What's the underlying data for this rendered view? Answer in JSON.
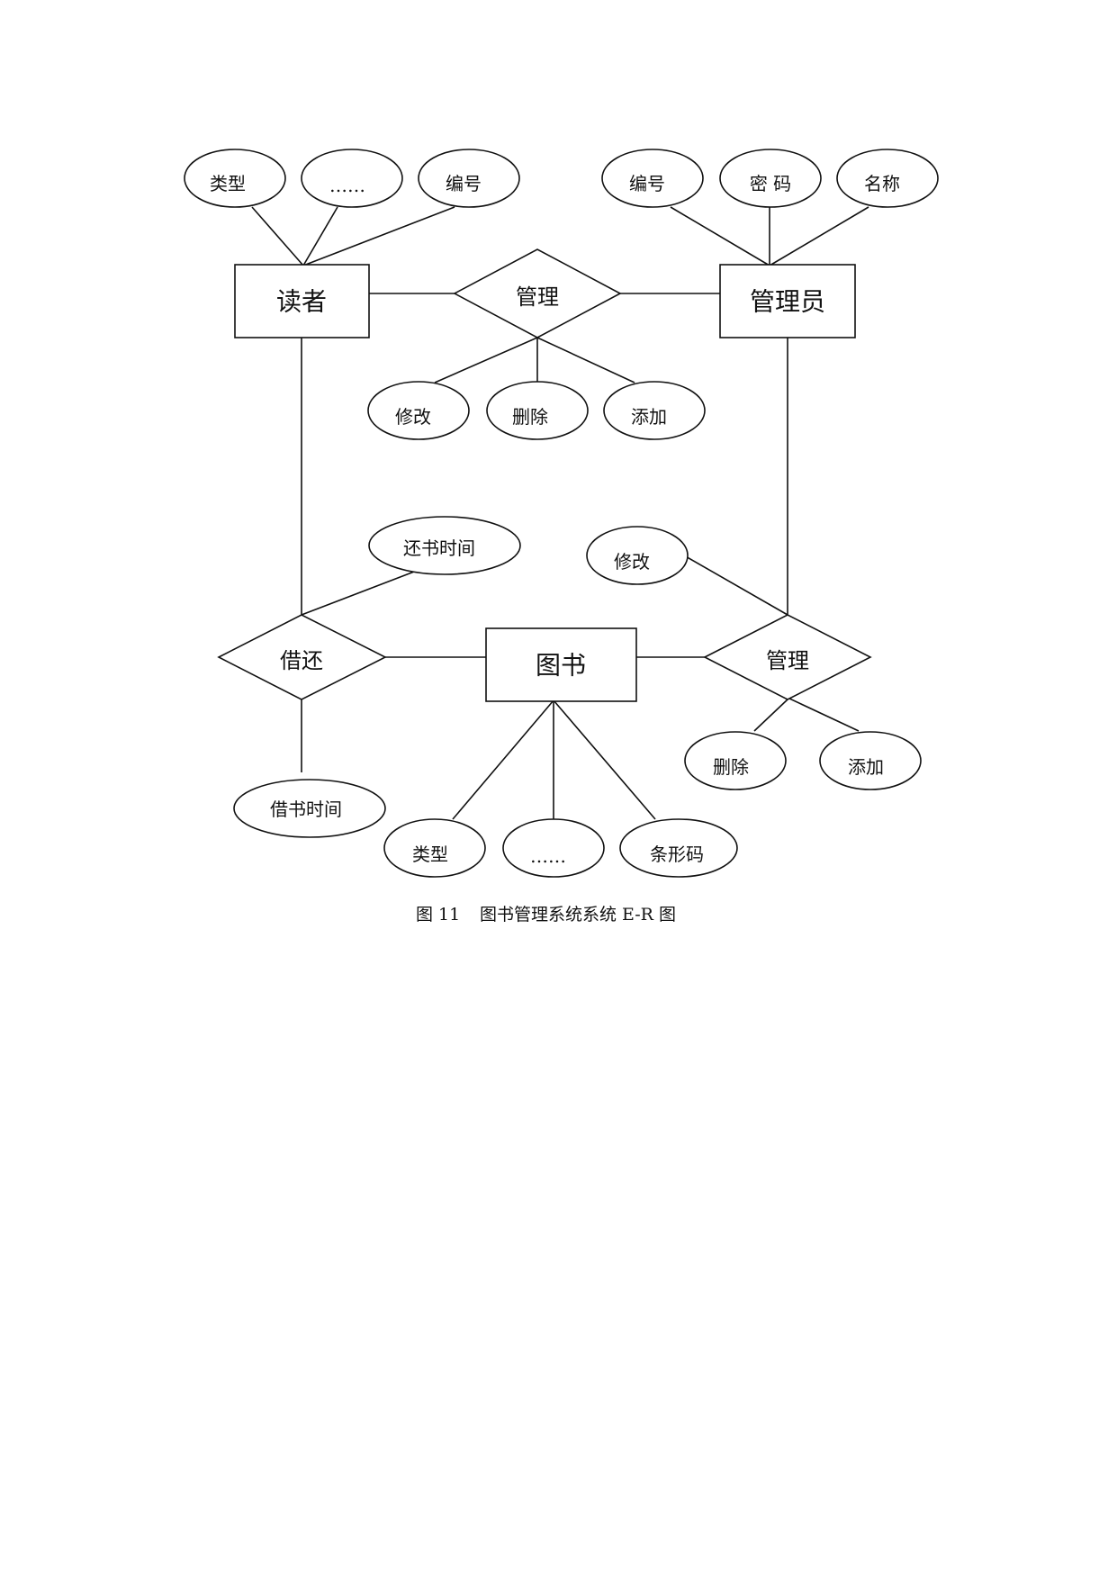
{
  "diagram": {
    "caption": {
      "label": "图 11",
      "title": "图书管理系统系统 E-R 图"
    },
    "entities": {
      "reader": "读者",
      "admin": "管理员",
      "book": "图书"
    },
    "relationships": {
      "reader_admin": "管理",
      "borrow_return": "借还",
      "admin_book": "管理"
    },
    "attributes": {
      "reader_type": "类型",
      "reader_etc": "……",
      "reader_id": "编号",
      "admin_id": "编号",
      "admin_password": "密  码",
      "admin_name": "名称",
      "rm_modify": "修改",
      "rm_delete": "删除",
      "rm_add": "添加",
      "return_time": "还书时间",
      "borrow_time": "借书时间",
      "bm_modify": "修改",
      "bm_delete": "删除",
      "bm_add": "添加",
      "book_type": "类型",
      "book_etc": "……",
      "book_barcode": "条形码"
    }
  }
}
